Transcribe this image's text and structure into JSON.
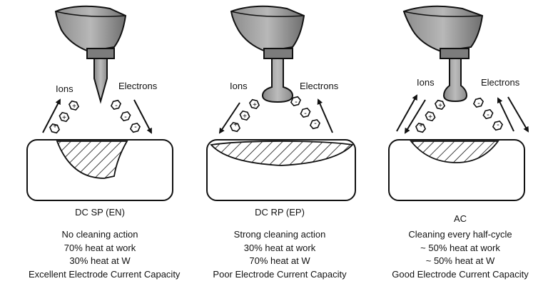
{
  "panels": [
    {
      "id": "dcsp",
      "title": "DC SP (EN)",
      "ions_label": "Ions",
      "electrons_label": "Electrons",
      "ion_symbols": [
        "+",
        "+",
        "+"
      ],
      "electron_symbols": [
        "-",
        "-",
        "-"
      ],
      "lines": [
        "No cleaning action",
        "70% heat at work",
        "30% heat at W",
        "Excellent Electrode Current Capacity"
      ]
    },
    {
      "id": "dcrp",
      "title": "DC RP (EP)",
      "ions_label": "Ions",
      "electrons_label": "Electrons",
      "ion_symbols": [
        "+",
        "+",
        "+"
      ],
      "electron_symbols": [
        "-",
        "-",
        "-"
      ],
      "lines": [
        "Strong cleaning action",
        "30% heat at work",
        "70% heat at W",
        "Poor Electrode Current Capacity"
      ]
    },
    {
      "id": "ac",
      "title": "AC",
      "ions_label": "Ions",
      "electrons_label": "Electrons",
      "ion_symbols": [
        "+",
        "+",
        "+"
      ],
      "electron_symbols": [
        "-",
        "-",
        "-"
      ],
      "lines": [
        "Cleaning every half-cycle",
        "~ 50% heat at work",
        "~ 50% heat at W",
        "Good Electrode Current Capacity"
      ]
    }
  ]
}
